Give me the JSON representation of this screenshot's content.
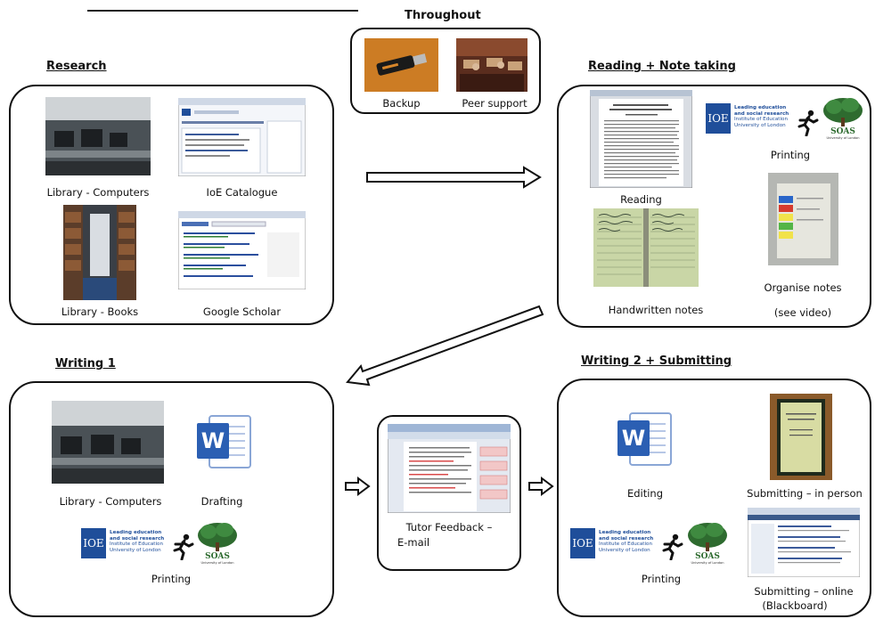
{
  "throughout": {
    "title": "Throughout",
    "items": [
      "Backup",
      "Peer support"
    ]
  },
  "research": {
    "title": "Research",
    "items": [
      "Library - Computers",
      "IoE Catalogue",
      "Library - Books",
      "Google Scholar"
    ]
  },
  "reading": {
    "title": "Reading + Note taking",
    "reading_label": "Reading",
    "printing_label": "Printing",
    "handwritten_label": "Handwritten notes",
    "organise_label": "Organise notes",
    "organise_sub": "(see video)"
  },
  "writing1": {
    "title": "Writing 1",
    "computers_label": "Library - Computers",
    "drafting_label": "Drafting",
    "printing_label": "Printing"
  },
  "feedback": {
    "line1": "Tutor Feedback –",
    "line2": "E-mail"
  },
  "writing2": {
    "title": "Writing 2 + Submitting",
    "editing_label": "Editing",
    "in_person_label": "Submitting – in person",
    "printing_label": "Printing",
    "online_line1": "Submitting – online",
    "online_line2": "(Blackboard)"
  },
  "logos": {
    "ioe_letters": "IOE",
    "ioe_text_lines": [
      "Leading education",
      "and social research",
      "Institute of Education",
      "University of London"
    ],
    "soas_name": "SOAS",
    "soas_sub": "University of London",
    "word_letter": "W"
  },
  "colors": {
    "ioe_blue": "#1f4e9a",
    "soas_green": "#2e6b2f",
    "word_blue": "#2b5fb3"
  }
}
